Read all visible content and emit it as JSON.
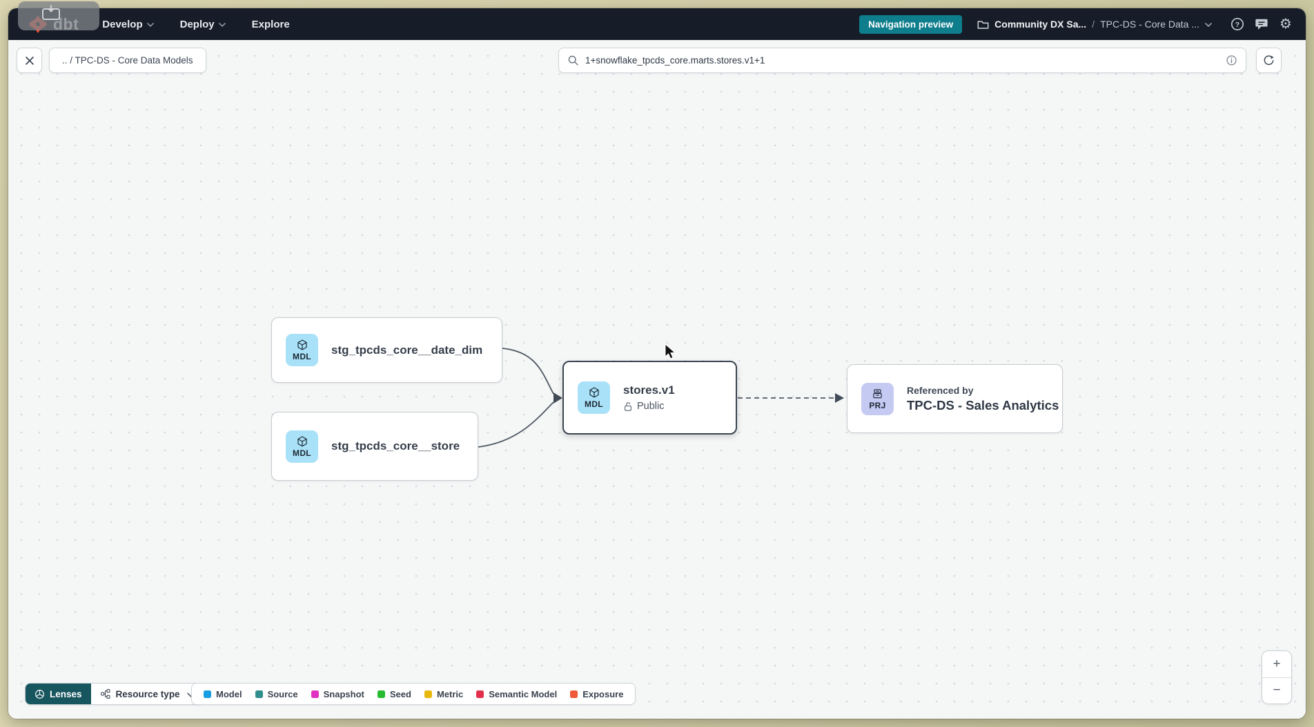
{
  "colors": {
    "navbar_bg": "#161d28",
    "canvas_bg": "#f5f6f6",
    "accent_teal": "#0e7d8c",
    "lenses_teal": "#17565e",
    "logo_orange": "#ff4f2e",
    "mdl_badge_bg": "#a9e2f8",
    "prj_badge_bg": "#c5caf2",
    "selected_border": "#3a4450",
    "edge_gray": "#4e5862"
  },
  "navbar": {
    "logo_text": "dbt",
    "menu": [
      {
        "label": "Develop"
      },
      {
        "label": "Deploy"
      },
      {
        "label": "Explore"
      }
    ],
    "preview_badge": "Navigation preview",
    "breadcrumb": {
      "project": "Community DX Sa...",
      "separator": "/",
      "page": "TPC-DS - Core Data ..."
    }
  },
  "toolbar": {
    "path_chip": ".. / TPC-DS - Core Data Models",
    "search_value": "1+snowflake_tpcds_core.marts.stores.v1+1"
  },
  "graph": {
    "nodes": [
      {
        "id": "stg_tpcds_core__date_dim",
        "badge": "MDL",
        "label": "stg_tpcds_core__date_dim"
      },
      {
        "id": "stg_tpcds_core__store",
        "badge": "MDL",
        "label": "stg_tpcds_core__store"
      },
      {
        "id": "stores_v1",
        "badge": "MDL",
        "label": "stores.v1",
        "sublabel": "Public",
        "selected": true
      },
      {
        "id": "tpcds_sales_analytics",
        "badge": "PRJ",
        "kicker": "Referenced by",
        "label": "TPC-DS - Sales Analytics"
      }
    ]
  },
  "footer": {
    "lenses_label": "Lenses",
    "resource_type_label": "Resource type",
    "legend": [
      {
        "label": "Model",
        "color": "#189fe3"
      },
      {
        "label": "Source",
        "color": "#2f8d8b"
      },
      {
        "label": "Snapshot",
        "color": "#df32c3"
      },
      {
        "label": "Seed",
        "color": "#27bc30"
      },
      {
        "label": "Metric",
        "color": "#e9b80f"
      },
      {
        "label": "Semantic Model",
        "color": "#e2304a"
      },
      {
        "label": "Exposure",
        "color": "#ee5b3a"
      }
    ]
  },
  "zoom_controls": {
    "zoom_in": "+",
    "zoom_out": "−"
  }
}
